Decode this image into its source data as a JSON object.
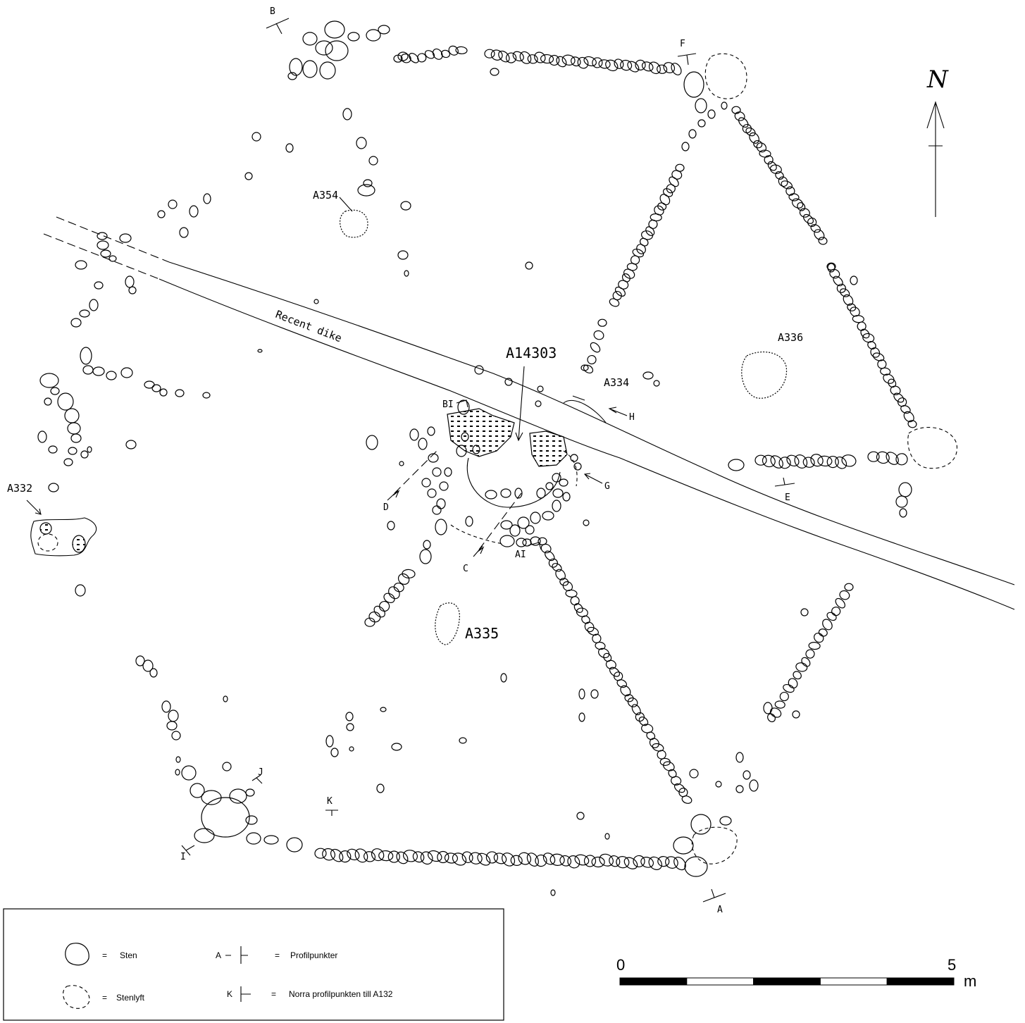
{
  "labels": {
    "dike": "Recent dike",
    "features": [
      "A354",
      "A336",
      "A334",
      "A14303",
      "A332",
      "A335"
    ],
    "profile_points": [
      "A",
      "B",
      "C",
      "D",
      "E",
      "F",
      "G",
      "H",
      "I",
      "J",
      "K",
      "AI",
      "BI"
    ]
  },
  "north_arrow": {
    "label": "N"
  },
  "legend": {
    "items": [
      {
        "symbol": "stone-icon",
        "sep": "=",
        "label": "Sten"
      },
      {
        "symbol": "stone-lift-icon",
        "sep": "=",
        "label": "Stenlyft"
      },
      {
        "symbol_text": "A",
        "sep": "=",
        "label": "Profilpunkter"
      },
      {
        "symbol_text": "K",
        "sep": "=",
        "label": "Norra profilpunkten till A132"
      }
    ]
  },
  "scale_bar": {
    "start": "0",
    "end": "5",
    "unit": "m",
    "segments": 5,
    "colors": [
      "#000000",
      "#ffffff"
    ]
  }
}
